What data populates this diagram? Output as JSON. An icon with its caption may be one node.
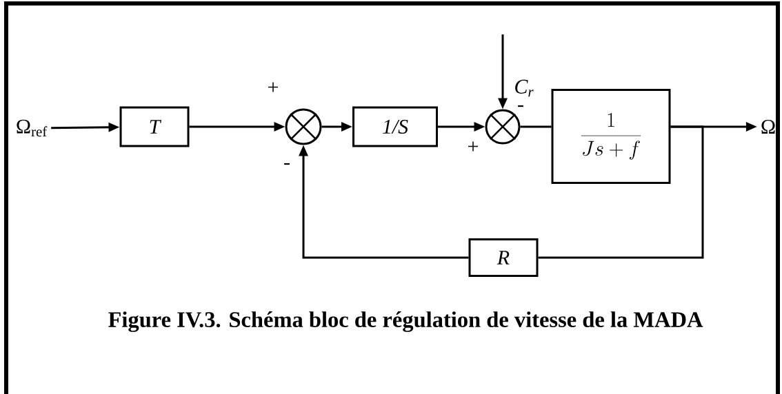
{
  "diagram": {
    "caption": "Figure IV.3. Schéma bloc de régulation de vitesse de la MADA",
    "nodes": [
      {
        "text": [
          "Ω$_{ref}$"
        ]
      },
      {
        "text": [
          "T"
        ]
      },
      {
        "text": [],
        "shape": "circle"
      },
      {
        "text": [
          "1/S"
        ]
      },
      {
        "text": [],
        "shape": "circle"
      },
      {
        "text": [
          "\\frac{1}{Js + f}"
        ]
      },
      {
        "text": [
          "R"
        ]
      },
      {
        "text": [
          "Ω"
        ]
      }
    ],
    "edges": [
      {
        "from": 0,
        "to": 1,
        "arrow": "to"
      },
      {
        "from": 1,
        "to": 2,
        "arrow": "to"
      },
      {
        "from": 2,
        "to": 3,
        "arrow": "to"
      },
      {
        "from": 3,
        "to": 4,
        "arrow": "to"
      },
      {
        "from": 4,
        "to": 5,
        "arrow": "none"
      },
      {
        "from": 5,
        "to": 7,
        "arrow": "to"
      },
      {
        "from": 5,
        "to": 6,
        "arrow": "none"
      },
      {
        "from": 6,
        "to": 2,
        "arrow": "to"
      },
      {
        "from": null,
        "to": 4,
        "arrow": "to"
      }
    ],
    "labels": [
      "+",
      "C$_{r}$",
      "-",
      "+",
      "-"
    ]
  }
}
